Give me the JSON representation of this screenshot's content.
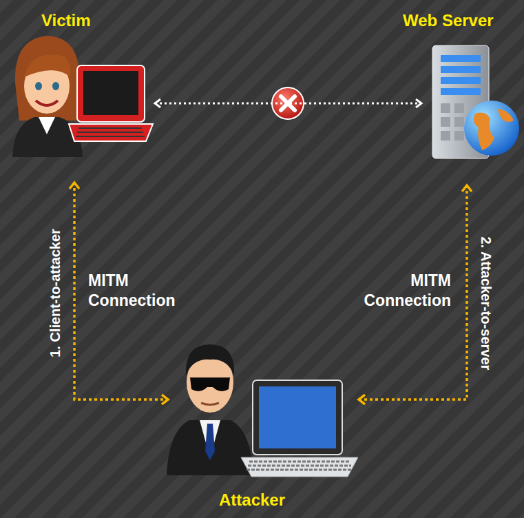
{
  "diagram": {
    "nodes": [
      {
        "text": [
          "Victim"
        ]
      },
      {
        "text": [
          "Web Server"
        ]
      },
      {
        "text": [
          "Attacker"
        ]
      }
    ],
    "edges": [
      {
        "from": 0,
        "to": 1,
        "arrow": "both"
      },
      {
        "from": 0,
        "to": 2,
        "label": "1. Client-to-attacker",
        "arrow": "both"
      },
      {
        "from": 2,
        "to": 1,
        "label": "2. Attacker-to-server",
        "arrow": "both"
      }
    ],
    "labels": [
      "MITM Connection",
      "MITM Connection"
    ]
  }
}
